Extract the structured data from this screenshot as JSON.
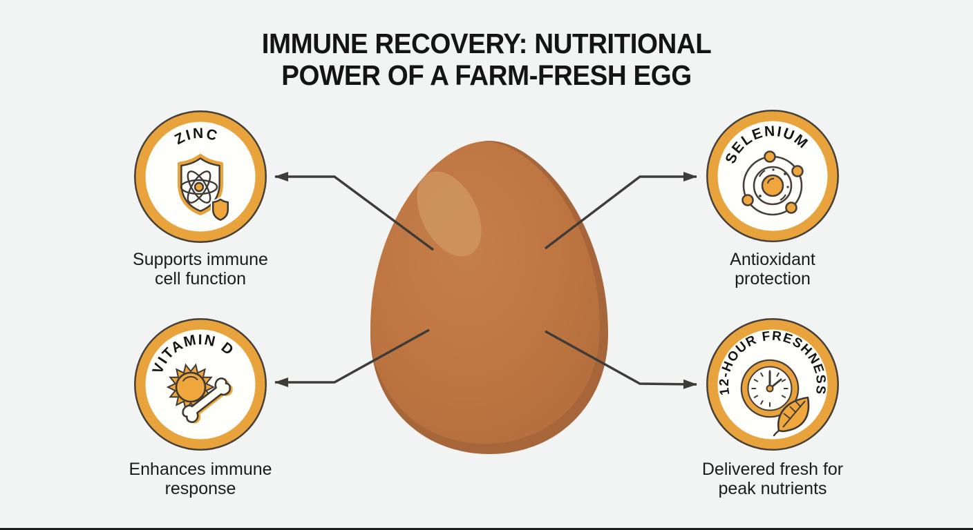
{
  "title": {
    "line1": "IMMUNE RECOVERY: NUTRITIONAL",
    "line2": "POWER OF A FARM-FRESH EGG"
  },
  "center_image": {
    "name": "farm-fresh brown egg illustration",
    "egg_color": "#BC7440",
    "egg_highlight_color": "#CE9260",
    "egg_shadow_color": "#A6663A"
  },
  "badges": [
    {
      "id": "zinc",
      "label": "ZINC",
      "icon": "shield-atom-icon",
      "caption_line1": "Supports immune",
      "caption_line2": "cell function"
    },
    {
      "id": "selenium",
      "label": "SELENIUM",
      "icon": "atom-orbit-icon",
      "caption_line1": "Antioxidant",
      "caption_line2": "protection"
    },
    {
      "id": "vitamin-d",
      "label": "VITAMIN D",
      "icon": "sun-bone-icon",
      "caption_line1": "Enhances immune",
      "caption_line2": "response"
    },
    {
      "id": "freshness",
      "label": "12-HOUR FRESHNESS",
      "icon": "clock-leaf-icon",
      "caption_line1": "Delivered fresh for",
      "caption_line2": "peak nutrients"
    }
  ],
  "colors": {
    "background": "#F2F4F4",
    "ring_orange": "#E8A33C",
    "icon_orange": "#EFA63D",
    "outline_dark": "#45403A",
    "arrow": "#3F3B38",
    "text": "#141414"
  }
}
